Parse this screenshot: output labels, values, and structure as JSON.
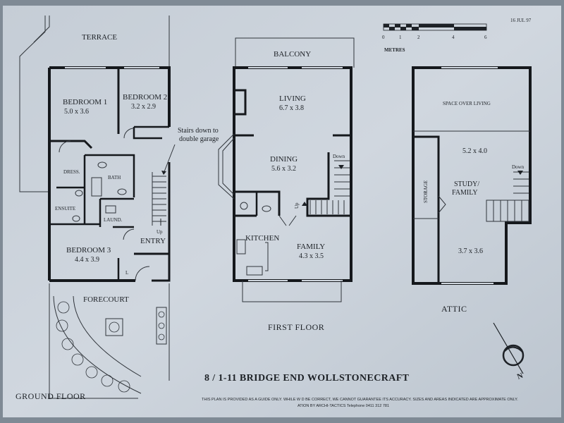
{
  "date": "16 JUL 97",
  "scale": {
    "ticks": [
      "0",
      "1",
      "2",
      "4",
      "6"
    ],
    "unit": "METRES"
  },
  "ground_floor": {
    "title": "GROUND FLOOR",
    "terrace": "TERRACE",
    "forecourt": "FORECOURT",
    "bedroom1": {
      "name": "BEDROOM 1",
      "size": "5.0 x 3.6"
    },
    "bedroom2": {
      "name": "BEDROOM 2",
      "size": "3.2 x 2.9"
    },
    "bedroom3": {
      "name": "BEDROOM 3",
      "size": "4.4 x 3.9"
    },
    "dress": "DRESS.",
    "bath": "BATH",
    "ensuite": "ENSUITE",
    "laund": "LAUND.",
    "entry": "ENTRY",
    "up": "Up",
    "lift": "L",
    "stairs_note_1": "Stairs down to",
    "stairs_note_2": "double garage"
  },
  "first_floor": {
    "title": "FIRST FLOOR",
    "balcony": "BALCONY",
    "living": {
      "name": "LIVING",
      "size": "6.7 x 3.8"
    },
    "dining": {
      "name": "DINING",
      "size": "5.6 x 3.2"
    },
    "kitchen": "KITCHEN",
    "family": {
      "name": "FAMILY",
      "size": "4.3 x 3.5"
    },
    "down": "Down",
    "up": "Up"
  },
  "attic": {
    "title": "ATTIC",
    "space_over_living": "SPACE OVER LIVING",
    "study_size": "5.2 x 4.0",
    "study_name_1": "STUDY/",
    "study_name_2": "FAMILY",
    "storage": "STORAGE",
    "down": "Down",
    "lower_size": "3.7 x 3.6"
  },
  "address": "8 / 1-11 BRIDGE END WOLLSTONECRAFT",
  "disclaimer_1": "THIS PLAN IS PROVIDED AS A GUIDE ONLY. WHILE W          D BE CORRECT, WE CANNOT GUARANTEE ITS ACCURACY. SIZES AND AREAS  INDICATED ARE APPROXIMATE ONLY.",
  "disclaimer_2": "ATION BY ARCHI-TACTICS  Telephone 0411 312 781",
  "north": "N",
  "colors": {
    "paper": "#c8d0d9",
    "ink": "#15181c"
  }
}
